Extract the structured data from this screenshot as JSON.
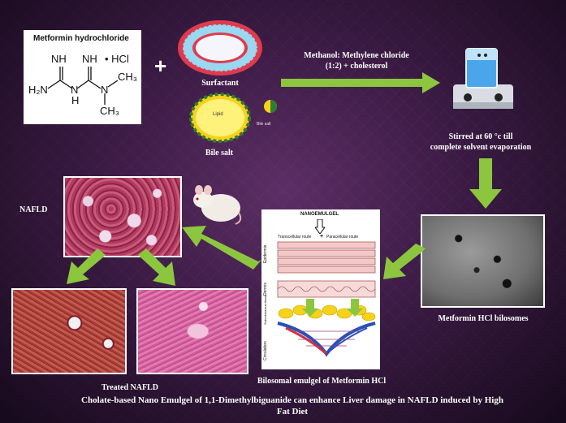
{
  "chem": {
    "name": "Metformin hydrochloride",
    "nh_left": "NH",
    "nh_right": "NH",
    "hcl": "• HCl",
    "h2n": "H₂N",
    "n_h": "H",
    "n_mid": "N",
    "n_right": "N",
    "ch3_top": "CH₃",
    "ch3_bottom": "CH₃"
  },
  "plus": "+",
  "labels": {
    "surfactant": "Surfactant",
    "lipid": "Lipid",
    "bile_mol": "Bile salt",
    "bile_salt": "Bile salt",
    "solvent_line1": "Methanol: Methylene chloride",
    "solvent_line2": "(1:2) + cholesterol",
    "stirred_line1": "Stirred at 60 °c till",
    "stirred_line2": "complete solvent evaporation",
    "nafld": "NAFLD",
    "bilosomes": "Metformin HCl bilosomes",
    "emulgel": "Bilosomal emulgel of Metformin HCl",
    "treated": "Treated NAFLD"
  },
  "skin": {
    "nanoemulgel": "NANOEMULGEL",
    "transcellular": "Transcellular route",
    "plus": "+",
    "paracellular": "Paracellular route",
    "epidermis": "Epidermis",
    "dermis": "Dermis",
    "subcutaneous": "Subcutaneous tissue",
    "circulation": "Circulation"
  },
  "footer": {
    "line1": "Cholate-based Nano Emulgel of 1,1-Dimethylbiguanide can enhance Liver damage in NAFLD induced by High",
    "line2": "Fat Diet"
  },
  "colors": {
    "arrow": "#8cc63f",
    "background": "#3a1d42",
    "label": "#ffffff"
  }
}
